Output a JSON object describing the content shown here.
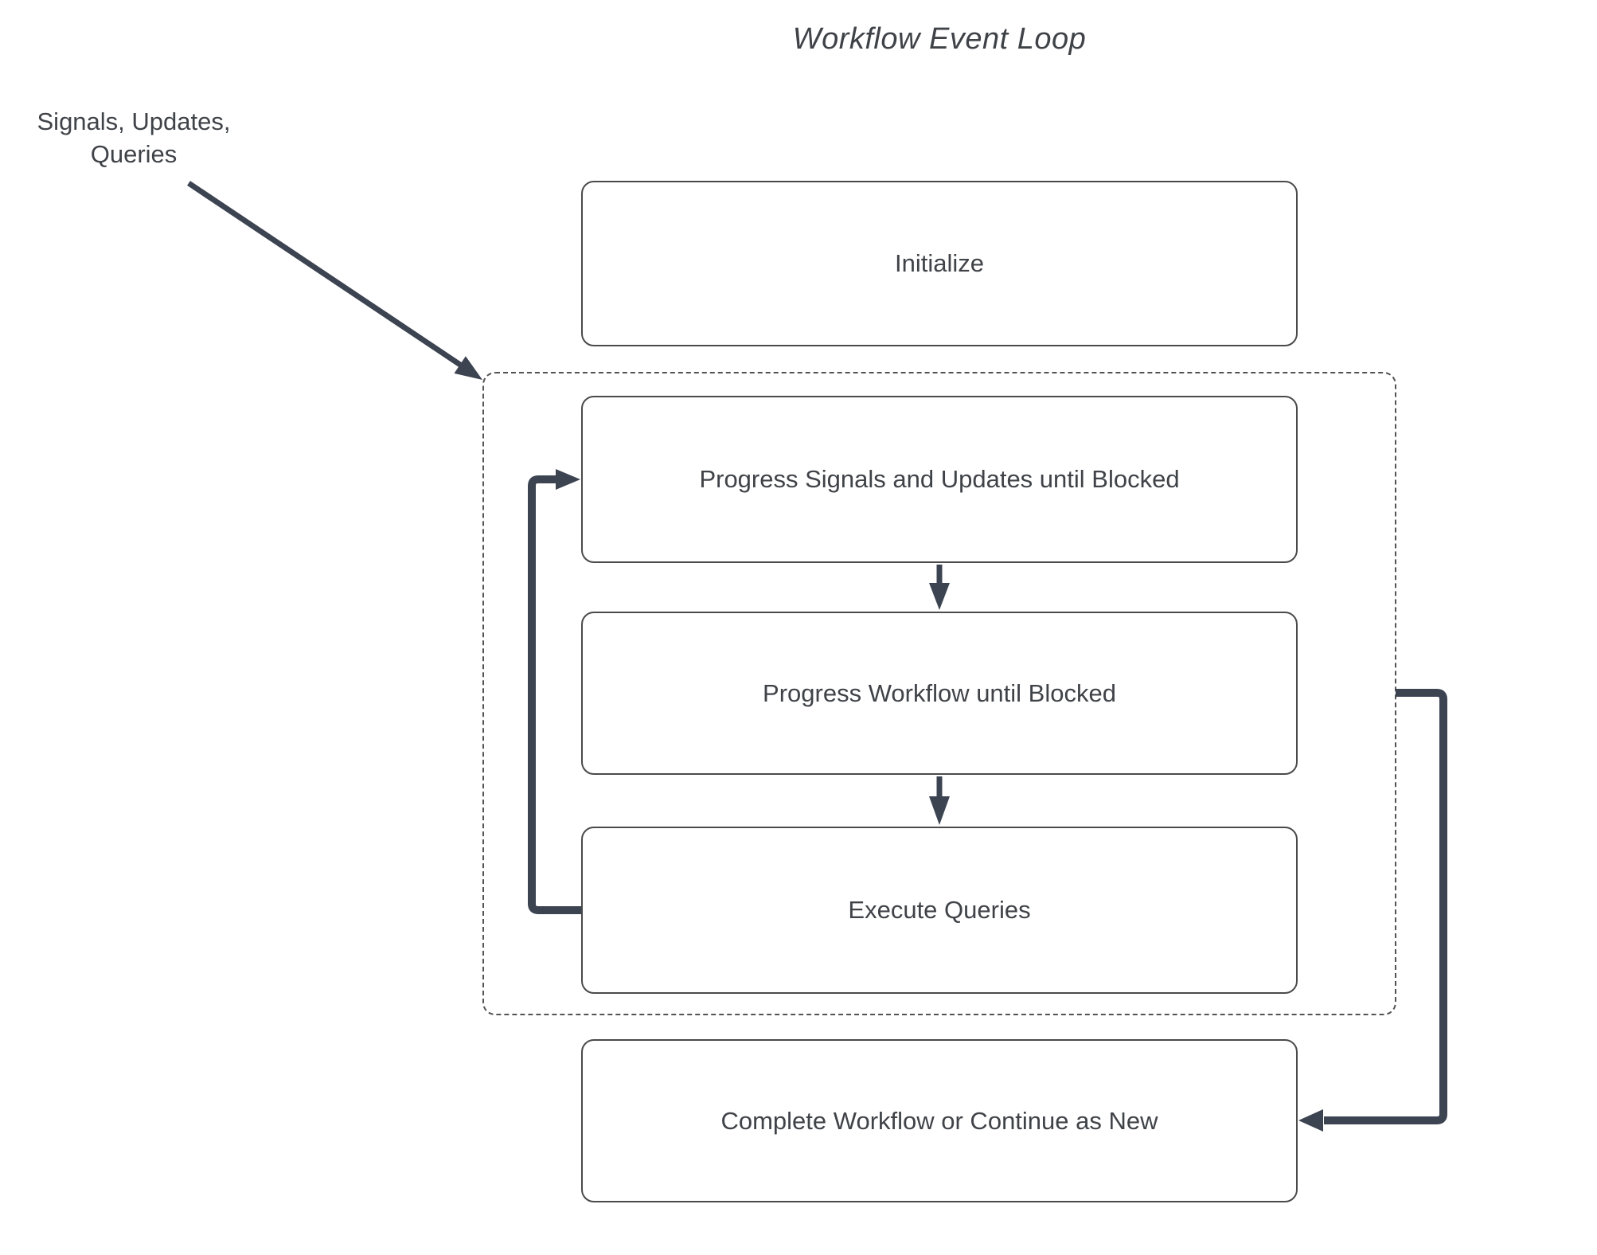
{
  "title": "Workflow Event Loop",
  "annotation": {
    "line1": "Signals, Updates,",
    "line2": "Queries"
  },
  "nodes": {
    "initialize": "Initialize",
    "progress_signals": "Progress Signals and Updates until Blocked",
    "progress_workflow": "Progress Workflow until Blocked",
    "execute_queries": "Execute Queries",
    "complete": "Complete Workflow or Continue as New"
  },
  "colors": {
    "connector": "#3c4351",
    "box-border": "#4a4a4a",
    "dashed-border": "#535353",
    "text": "#3f4348",
    "background": "#ffffff"
  }
}
